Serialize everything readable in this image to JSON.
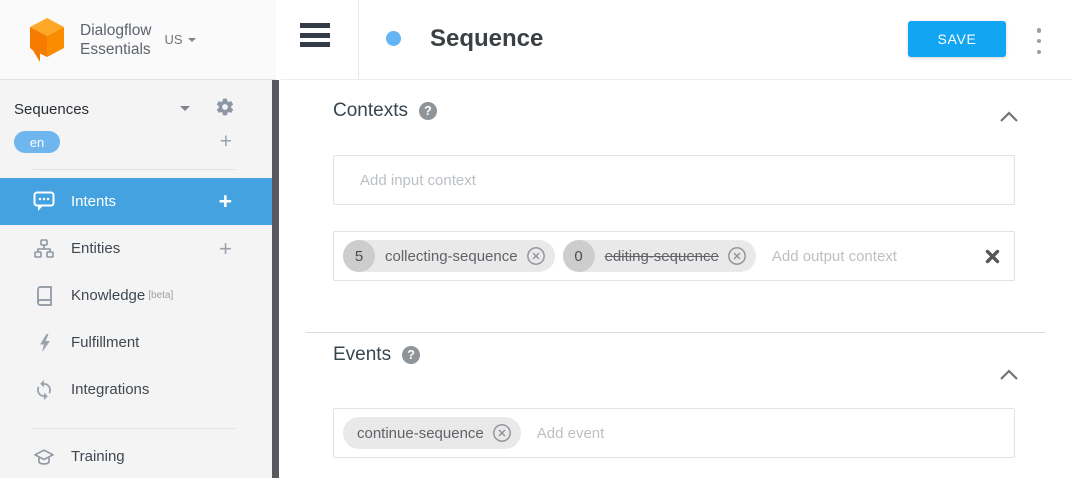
{
  "brand": {
    "name_line1": "Dialogflow",
    "name_line2": "Essentials",
    "region": "US"
  },
  "sidebar": {
    "agent_name": "Sequences",
    "language_badge": "en",
    "add_symbol": "+",
    "menu": {
      "intents": "Intents",
      "entities": "Entities",
      "knowledge": "Knowledge",
      "knowledge_badge": "[beta]",
      "fulfillment": "Fulfillment",
      "integrations": "Integrations",
      "training": "Training"
    }
  },
  "header": {
    "title": "Sequence",
    "save_label": "SAVE"
  },
  "contexts": {
    "heading": "Contexts",
    "help_symbol": "?",
    "input_placeholder": "Add input context",
    "output_placeholder": "Add output context",
    "output_chips": [
      {
        "lifespan": "5",
        "name": "collecting-sequence",
        "strikethrough": false
      },
      {
        "lifespan": "0",
        "name": "editing-sequence",
        "strikethrough": true
      }
    ]
  },
  "events": {
    "heading": "Events",
    "help_symbol": "?",
    "placeholder": "Add event",
    "chips": [
      {
        "name": "continue-sequence"
      }
    ]
  },
  "icons": {
    "logo": "dialogflow-cube",
    "region_caret": "caret-down",
    "agent_caret": "caret-down",
    "agent_settings": "gear",
    "intents": "chat-bubble",
    "entities": "sitemap",
    "knowledge": "book",
    "fulfillment": "lightning-bolt",
    "integrations": "sync-arrows",
    "training": "graduation-cap",
    "menu_toggle": "hamburger",
    "help": "question-circle",
    "collapse": "chevron-up",
    "chip_remove": "circle-x",
    "clear_field": "bold-x",
    "overflow": "vertical-dots"
  },
  "colors": {
    "active_nav": "#45a2e0",
    "save_button": "#12a5f4",
    "language_badge": "#6fb5ee",
    "logo_orange": "#f57c00",
    "title_dot": "#64b5f6"
  }
}
